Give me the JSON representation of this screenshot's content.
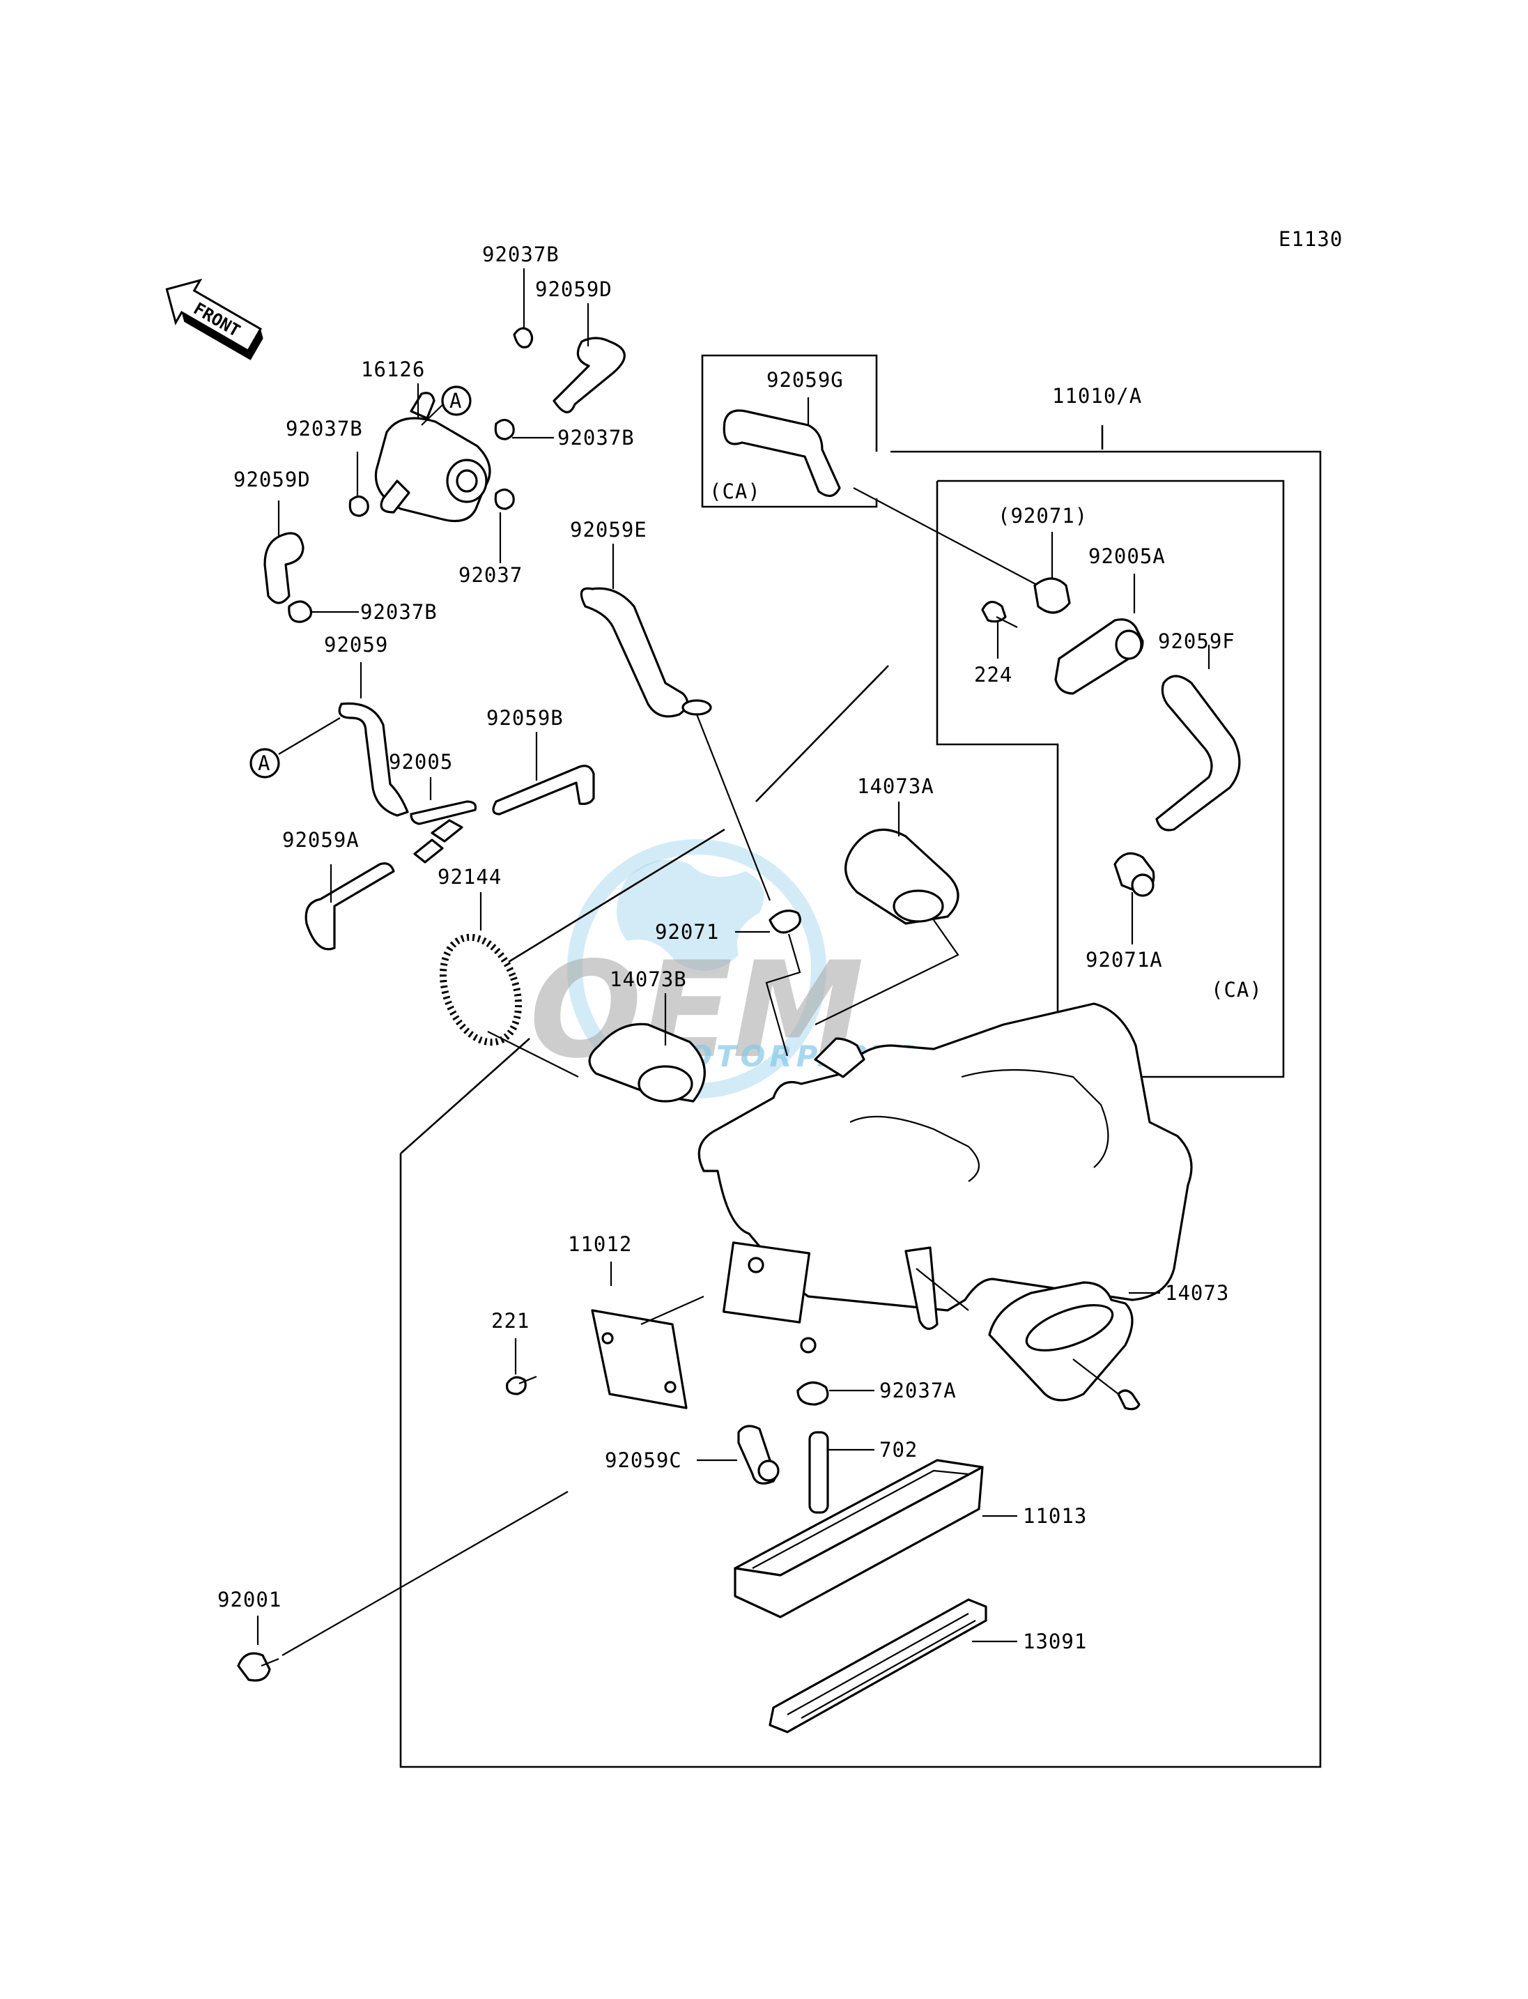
{
  "diagram_code": "E1130",
  "front_arrow": {
    "label": "FRONT",
    "icon": "front-arrow-icon"
  },
  "watermark": {
    "brand": "OEM",
    "subtitle": "MOTORPARTS",
    "color": "#1e9bd6"
  },
  "callout_marker": "A",
  "parts": {
    "p92037B_top": "92037B",
    "p92059D_top": "92059D",
    "p16126": "16126",
    "p92037B_left": "92037B",
    "p92037B_right": "92037B",
    "p92059D_left": "92059D",
    "p92037": "92037",
    "p92037B_low": "92037B",
    "p92059E": "92059E",
    "p92059": "92059",
    "p92059B": "92059B",
    "p92005": "92005",
    "p92059A": "92059A",
    "p92144": "92144",
    "p92071": "92071",
    "p14073B": "14073B",
    "p14073A": "14073A",
    "p92059G": "92059G",
    "ca_top": "(CA)",
    "p11010A": "11010/A",
    "p92071_paren": "(92071)",
    "p92005A": "92005A",
    "p224": "224",
    "p92059F": "92059F",
    "p92071A": "92071A",
    "ca_right": "(CA)",
    "p11012": "11012",
    "p221": "221",
    "p14073": "14073",
    "p92037A": "92037A",
    "p92059C": "92059C",
    "p702": "702",
    "p11013": "11013",
    "p92001": "92001",
    "p13091": "13091"
  }
}
